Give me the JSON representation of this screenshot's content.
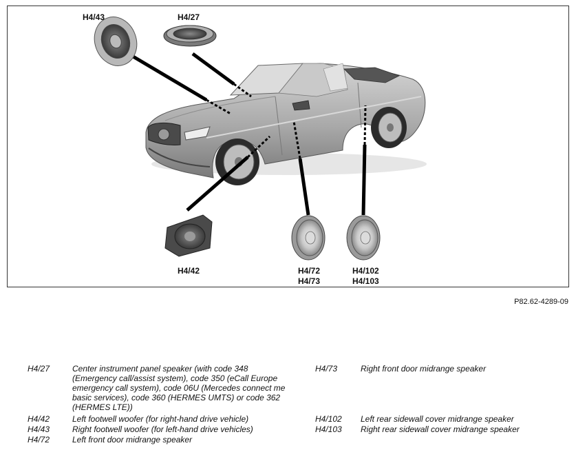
{
  "figure": {
    "code": "P82.62-4289-09",
    "callouts": {
      "h4_43": "H4/43",
      "h4_27": "H4/27",
      "h4_42": "H4/42",
      "h4_72": "H4/72",
      "h4_73": "H4/73",
      "h4_102": "H4/102",
      "h4_103": "H4/103"
    },
    "colors": {
      "line": "#000000",
      "body": "#b5b5b5",
      "speaker": "#c8c8c8"
    }
  },
  "legend": [
    {
      "code": "H4/27",
      "desc": "Center instrument panel speaker (with code 348 (Emergency call/assist system), code 350 (eCall Europe emergency call system), code 06U (Mercedes connect me basic services), code 360 (HERMES UMTS) or code 362 (HERMES LTE))"
    },
    {
      "code": "H4/42",
      "desc": "Left footwell woofer (for right-hand drive vehicle)"
    },
    {
      "code": "H4/43",
      "desc": "Right footwell woofer (for left-hand drive vehicles)"
    },
    {
      "code": "H4/72",
      "desc": "Left front door midrange speaker"
    },
    {
      "code": "H4/73",
      "desc": "Right front door midrange speaker"
    },
    {
      "code": "H4/102",
      "desc": "Left rear sidewall cover midrange speaker"
    },
    {
      "code": "H4/103",
      "desc": "Right rear sidewall cover midrange speaker"
    }
  ]
}
